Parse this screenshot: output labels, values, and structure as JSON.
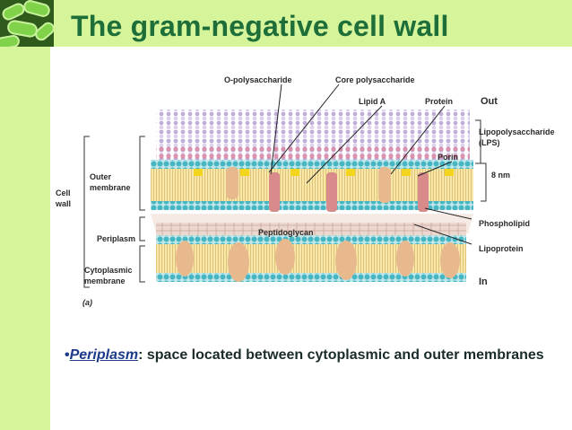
{
  "slide": {
    "title": "The gram-negative cell wall",
    "bullet": {
      "marker": "•",
      "term": "Periplasm",
      "text": ": space located between cytoplasmic and outer membranes"
    }
  },
  "figure": {
    "labels": {
      "o_polysaccharide": "O-polysaccharide",
      "core_polysaccharide": "Core polysaccharide",
      "lipid_a": "Lipid A",
      "protein": "Protein",
      "out": "Out",
      "lps_line1": "Lipopolysaccharide",
      "lps_line2": "(LPS)",
      "porin": "Porin",
      "thickness": "8 nm",
      "cell_wall_line1": "Cell",
      "cell_wall_line2": "wall",
      "outer_membrane_line1": "Outer",
      "outer_membrane_line2": "membrane",
      "periplasm": "Periplasm",
      "peptidoglycan": "Peptidoglycan",
      "phospholipid": "Phospholipid",
      "lipoprotein": "Lipoprotein",
      "cytoplasmic_line1": "Cytoplasmic",
      "cytoplasmic_line2": "membrane",
      "in": "In",
      "panel": "(a)"
    }
  },
  "colors": {
    "background_green": "#d6f59a",
    "title_green": "#1e6e3a",
    "term_blue": "#1b3a8a"
  }
}
